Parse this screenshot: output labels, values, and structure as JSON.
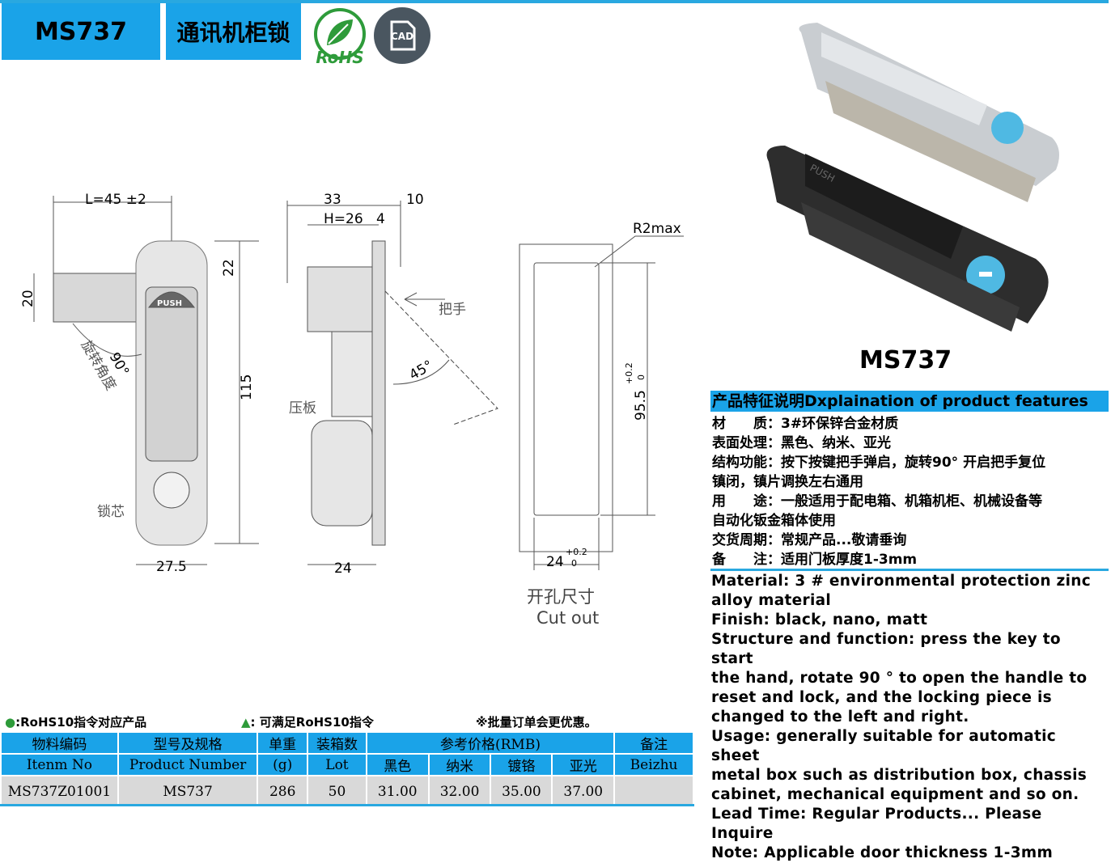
{
  "header": {
    "model": "MS737",
    "title": "通讯机柜锁",
    "rohs_badge": "RoHS",
    "cad_badge": "CAD"
  },
  "drawing": {
    "front": {
      "width": "L=45 ±2",
      "left_height": "20",
      "top_offset": "22",
      "rotation_angle": "90°",
      "rotation_label": "旋转角度",
      "push_label": "PUSH",
      "height": "115",
      "bottom_width": "27.5",
      "cylinder_label": "锁芯"
    },
    "side": {
      "total": "33",
      "h": "H=26",
      "plate": "4",
      "top_right": "10",
      "handle_label": "把手",
      "angle": "45°",
      "panel_label": "压板",
      "bottom": "24"
    },
    "cutout": {
      "radius": "R2max",
      "height": "95.5",
      "height_tol_plus": "+0.2",
      "height_tol_minus": "0",
      "width": "24",
      "width_tol_plus": "+0.2",
      "width_tol_minus": "0",
      "title_cn": "开孔尺寸",
      "title_en": "Cut out"
    }
  },
  "photo": {
    "caption": "MS737",
    "push_text": "PUSH"
  },
  "features": {
    "heading": "产品特征说明Dxplaination of product features",
    "cn_lines": [
      "材　　质：3#环保锌合金材质",
      "表面处理：黑色、纳米、亚光",
      "结构功能：按下按键把手弹启，旋转90° 开启把手复位",
      "镇闭，镇片调换左右通用",
      "用　　途：一般适用于配电箱、机箱机柜、机械设备等",
      "自动化钣金箱体使用",
      "交货周期：常规产品...敬请垂询",
      "备　　注：适用门板厚度1-3mm"
    ],
    "en_lines": [
      "Material: 3 # environmental protection zinc",
      "alloy material",
      "Finish: black, nano, matt",
      "Structure and function: press the key to start",
      "the hand, rotate 90 ° to open the handle to",
      "reset and lock, and the locking piece is",
      "changed to the left and right.",
      "Usage: generally suitable for automatic sheet",
      "metal box such as distribution box, chassis",
      "cabinet, mechanical equipment and so on.",
      "Lead Time: Regular Products... Please Inquire",
      "Note: Applicable door thickness 1-3mm"
    ]
  },
  "legend": {
    "circle": ":RoHS10指令对应产品",
    "triangle": ": 可满足RoHS10指令",
    "note": "※批量订单会更优惠。"
  },
  "table": {
    "headers": {
      "item_cn": "物料编码",
      "item_en": "Itenm No",
      "product_cn": "型号及规格",
      "product_en": "Product Number",
      "weight_cn": "单重",
      "weight_en": "(g)",
      "lot_cn": "装箱数",
      "lot_en": "Lot",
      "price": "参考价格(RMB)",
      "black": "黑色",
      "nano": "纳米",
      "chrome": "镀铬",
      "matt": "亚光",
      "remark_cn": "备注",
      "remark_en": "Beizhu"
    },
    "rows": [
      {
        "item": "MS737Z01001",
        "product": "MS737",
        "weight": "286",
        "lot": "50",
        "black": "31.00",
        "nano": "32.00",
        "chrome": "35.00",
        "matt": "37.00",
        "remark": ""
      }
    ]
  },
  "colors": {
    "accent": "#1aa3e8",
    "rohs_green": "#2e9b3a",
    "cad_gray": "#4a5660"
  }
}
